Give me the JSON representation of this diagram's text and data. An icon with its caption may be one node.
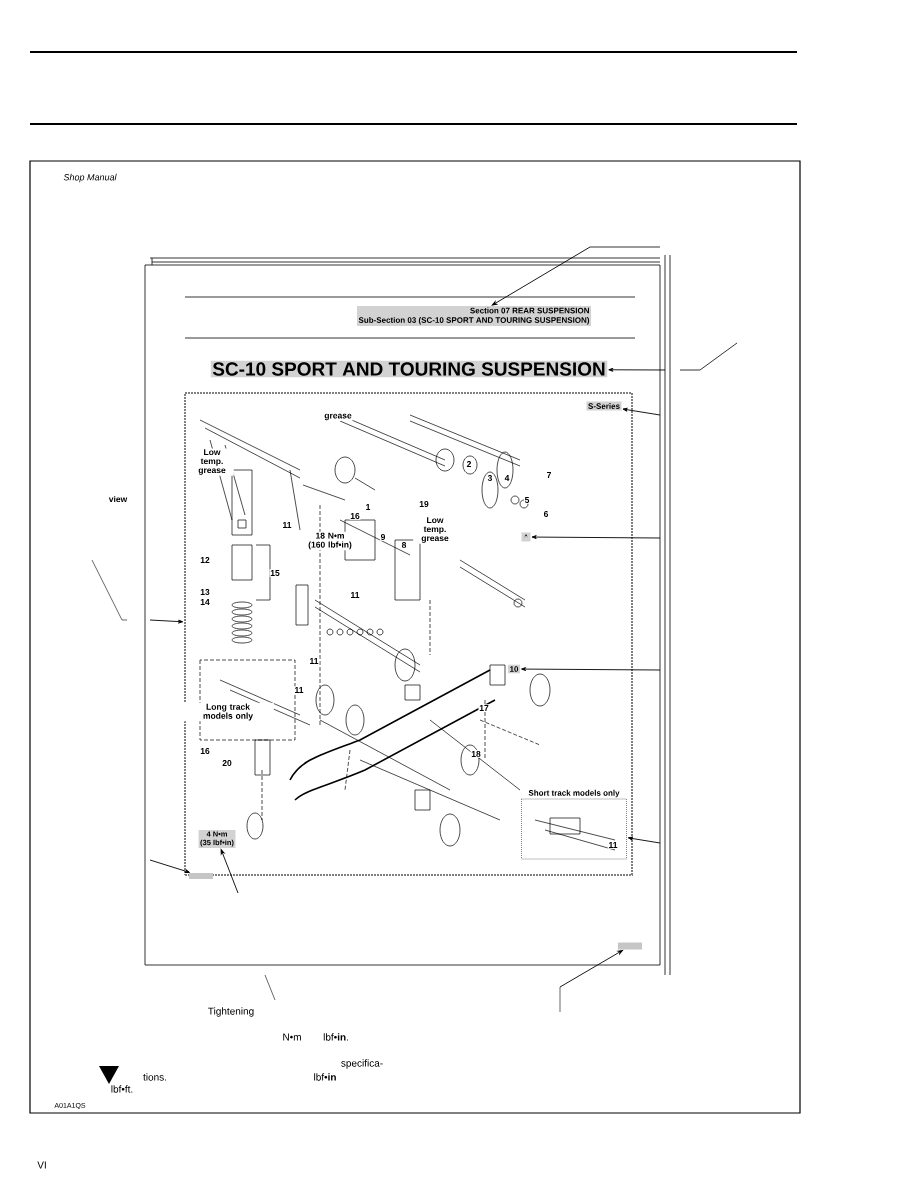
{
  "diagram": {
    "nodes": [
      {
        "text": [
          "Section 07 REAR SUSPENSION",
          "Sub-Section 03 (SC-10 SPORT AND TOURING SUSPENSION)"
        ]
      },
      {
        "text": [
          "SC-10 SPORT AND TOURING SUSPENSION"
        ]
      },
      {
        "text": [],
        "shape": "box"
      },
      {
        "text": [
          "S-Series"
        ],
        "in": 2
      },
      {
        "text": [],
        "shape": "picture",
        "in": 2
      },
      {
        "text": [
          "10"
        ],
        "in": 2
      },
      {
        "text": [
          "Short track models only"
        ],
        "in": 2
      },
      {
        "text": [
          "4 N•m",
          "(35 lbf•in)"
        ],
        "in": 2
      },
      {
        "text": [],
        "shape": "box",
        "in": 2
      },
      {
        "text": [],
        "shape": "box"
      }
    ],
    "edges": [
      {
        "from": null,
        "to": 0,
        "arrow": "to"
      },
      {
        "from": null,
        "to": 1,
        "arrow": "to"
      },
      {
        "from": null,
        "to": 3,
        "arrow": "to"
      },
      {
        "from": null,
        "to": 4,
        "arrow": "to"
      },
      {
        "from": null,
        "to": 5,
        "arrow": "to"
      },
      {
        "from": null,
        "to": 6,
        "arrow": "to"
      },
      {
        "from": null,
        "to": 2,
        "arrow": "to"
      },
      {
        "from": null,
        "to": 8,
        "arrow": "to"
      },
      {
        "from": null,
        "to": 7,
        "arrow": "to"
      },
      {
        "from": null,
        "to": 9,
        "arrow": "to"
      }
    ],
    "labels": [
      "Shop Manual",
      "grease",
      "Low temp. grease",
      "1",
      "16",
      "2",
      "3",
      "4",
      "5",
      "6",
      "7",
      "19",
      "Low temp. grease",
      "view",
      "11",
      "18 N•m (160 lbf•in)",
      "9",
      "8",
      "12",
      "15",
      "13",
      "14",
      "11",
      "11",
      "11",
      "Long track models only",
      "17",
      "16",
      "20",
      "18",
      "11",
      "Tightening",
      "N•m",
      "lbf•**in**.",
      "specifica-",
      "tions.",
      "lbf•**in**",
      "lbf•ft.",
      "A01A1QS",
      "VI"
    ]
  }
}
